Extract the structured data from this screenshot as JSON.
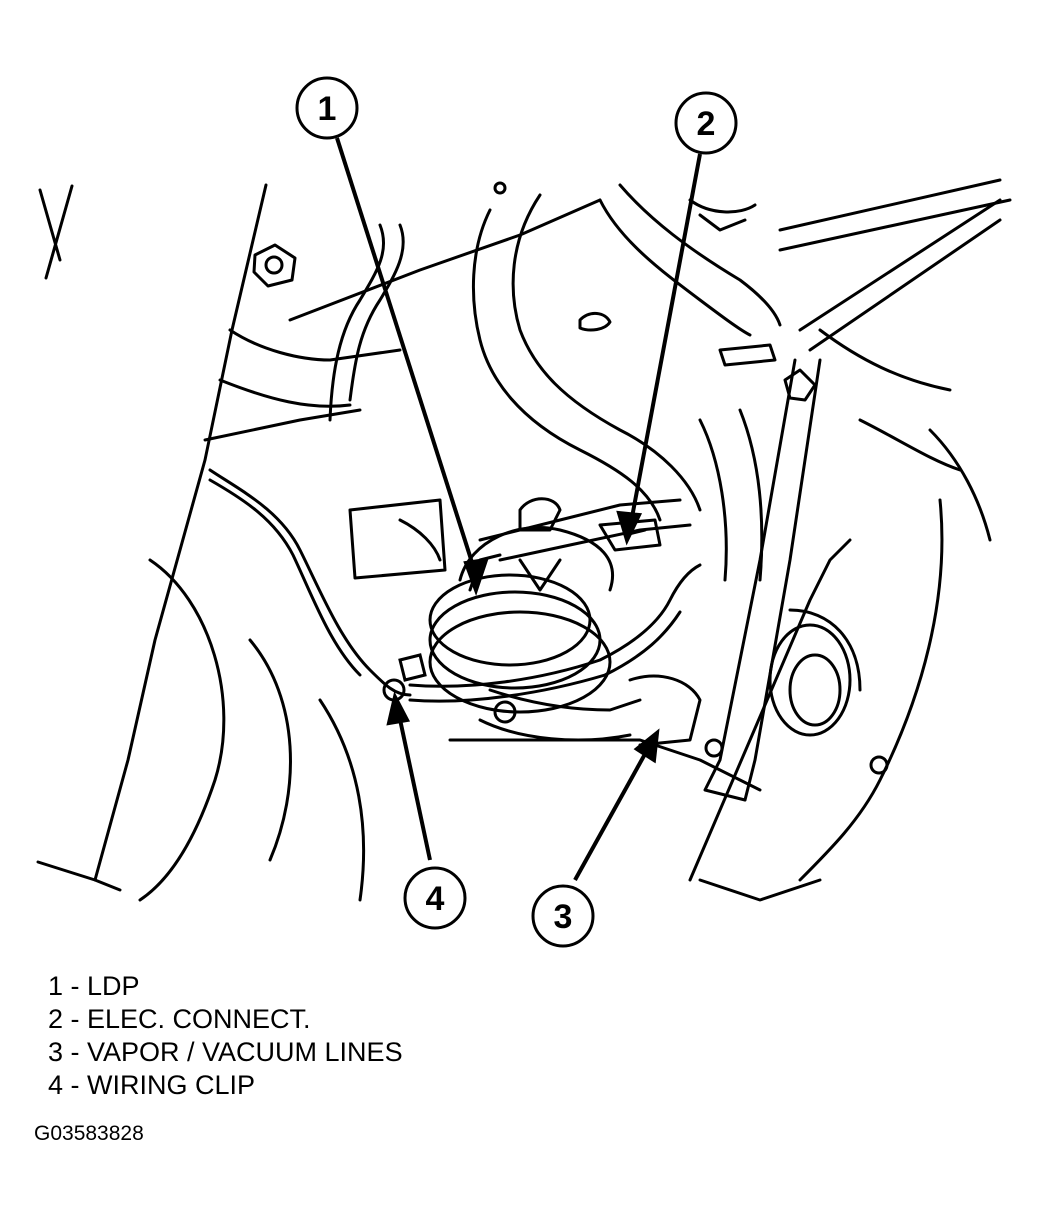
{
  "callouts": [
    {
      "number": "1"
    },
    {
      "number": "2"
    },
    {
      "number": "3"
    },
    {
      "number": "4"
    }
  ],
  "legend": [
    "1 - LDP",
    "2 - ELEC. CONNECT.",
    "3 - VAPOR / VACUUM LINES",
    "4 - WIRING CLIP"
  ],
  "figure_id": "G03583828",
  "colors": {
    "ink": "#000000",
    "paper": "#ffffff"
  }
}
